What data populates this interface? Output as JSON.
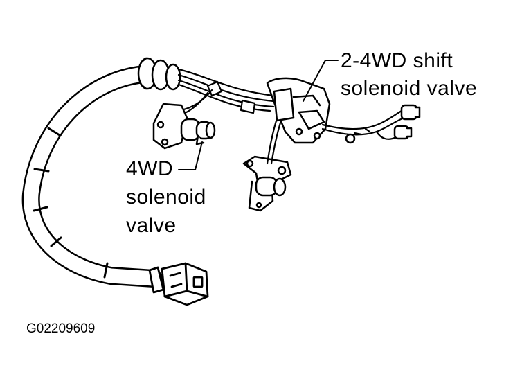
{
  "labels": {
    "shift_valve_line1": "2-4WD  shift",
    "shift_valve_line2": "solenoid  valve",
    "fourwd_line1": "4WD",
    "fourwd_line2": "solenoid",
    "fourwd_line3": "valve"
  },
  "figure_id": "G02209609",
  "colors": {
    "ink": "#000000",
    "paper": "#ffffff"
  }
}
